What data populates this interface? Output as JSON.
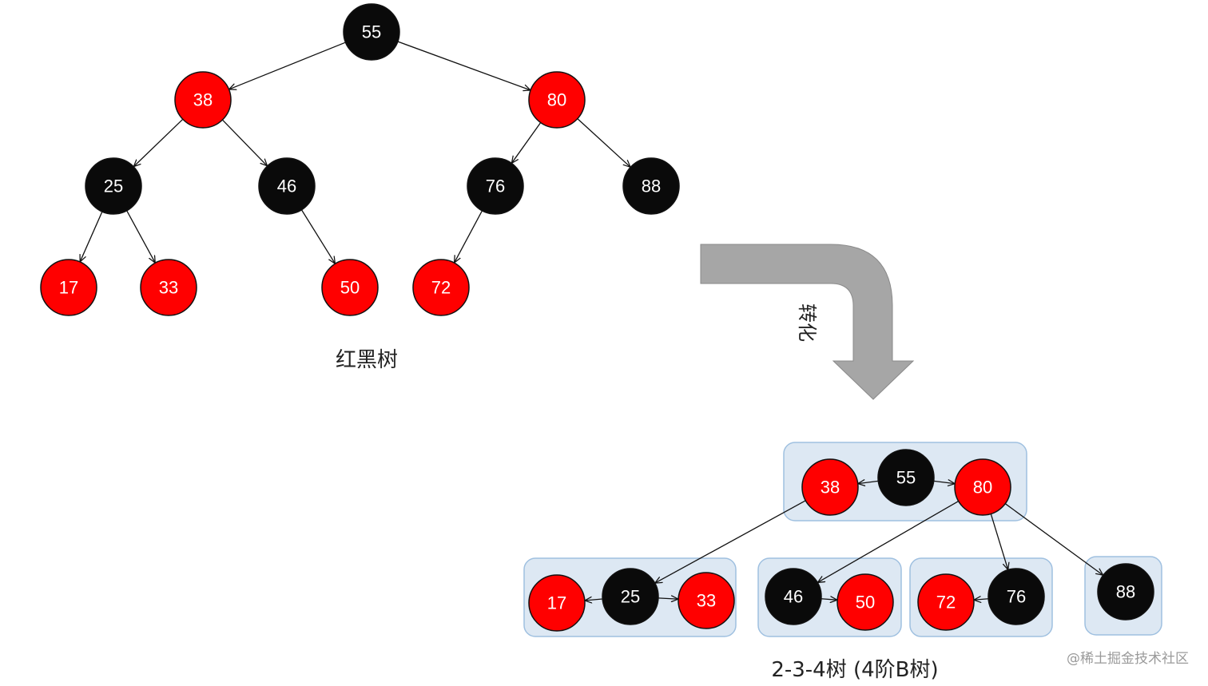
{
  "colors": {
    "red": "#ff0000",
    "black": "#0a0a0a",
    "group_fill": "#dde8f3",
    "group_stroke": "#9fc0e0",
    "arrow_gray": "#a6a6a6"
  },
  "rb_tree": {
    "caption": "红黑树",
    "nodes": [
      {
        "id": "55",
        "label": "55",
        "color": "black"
      },
      {
        "id": "38",
        "label": "38",
        "color": "red"
      },
      {
        "id": "80",
        "label": "80",
        "color": "red"
      },
      {
        "id": "25",
        "label": "25",
        "color": "black"
      },
      {
        "id": "46",
        "label": "46",
        "color": "black"
      },
      {
        "id": "76",
        "label": "76",
        "color": "black"
      },
      {
        "id": "88",
        "label": "88",
        "color": "black"
      },
      {
        "id": "17",
        "label": "17",
        "color": "red"
      },
      {
        "id": "33",
        "label": "33",
        "color": "red"
      },
      {
        "id": "50",
        "label": "50",
        "color": "red"
      },
      {
        "id": "72",
        "label": "72",
        "color": "red"
      }
    ],
    "edges": [
      [
        "55",
        "38"
      ],
      [
        "55",
        "80"
      ],
      [
        "38",
        "25"
      ],
      [
        "38",
        "46"
      ],
      [
        "80",
        "76"
      ],
      [
        "80",
        "88"
      ],
      [
        "25",
        "17"
      ],
      [
        "25",
        "33"
      ],
      [
        "46",
        "50"
      ],
      [
        "76",
        "72"
      ]
    ]
  },
  "transform_label": "转化",
  "btree": {
    "caption": "2-3-4树  (4阶B树)",
    "groups": [
      {
        "id": "g-root",
        "members": [
          "b55",
          "b38",
          "b80"
        ]
      },
      {
        "id": "g-25",
        "members": [
          "b17",
          "b25",
          "b33"
        ]
      },
      {
        "id": "g-46",
        "members": [
          "b46",
          "b50"
        ]
      },
      {
        "id": "g-76",
        "members": [
          "b72",
          "b76"
        ]
      },
      {
        "id": "g-88",
        "members": [
          "b88"
        ]
      }
    ],
    "nodes": [
      {
        "id": "b55",
        "label": "55",
        "color": "black"
      },
      {
        "id": "b38",
        "label": "38",
        "color": "red"
      },
      {
        "id": "b80",
        "label": "80",
        "color": "red"
      },
      {
        "id": "b17",
        "label": "17",
        "color": "red"
      },
      {
        "id": "b25",
        "label": "25",
        "color": "black"
      },
      {
        "id": "b33",
        "label": "33",
        "color": "red"
      },
      {
        "id": "b46",
        "label": "46",
        "color": "black"
      },
      {
        "id": "b50",
        "label": "50",
        "color": "red"
      },
      {
        "id": "b72",
        "label": "72",
        "color": "red"
      },
      {
        "id": "b76",
        "label": "76",
        "color": "black"
      },
      {
        "id": "b88",
        "label": "88",
        "color": "black"
      }
    ],
    "edges": [
      [
        "b55",
        "b38"
      ],
      [
        "b55",
        "b80"
      ],
      [
        "b38",
        "b25"
      ],
      [
        "b80",
        "b46"
      ],
      [
        "b80",
        "b76"
      ],
      [
        "b80",
        "b88"
      ],
      [
        "b25",
        "b17"
      ],
      [
        "b25",
        "b33"
      ],
      [
        "b46",
        "b50"
      ],
      [
        "b76",
        "b72"
      ]
    ]
  },
  "watermark": "@稀土掘金技术社区"
}
